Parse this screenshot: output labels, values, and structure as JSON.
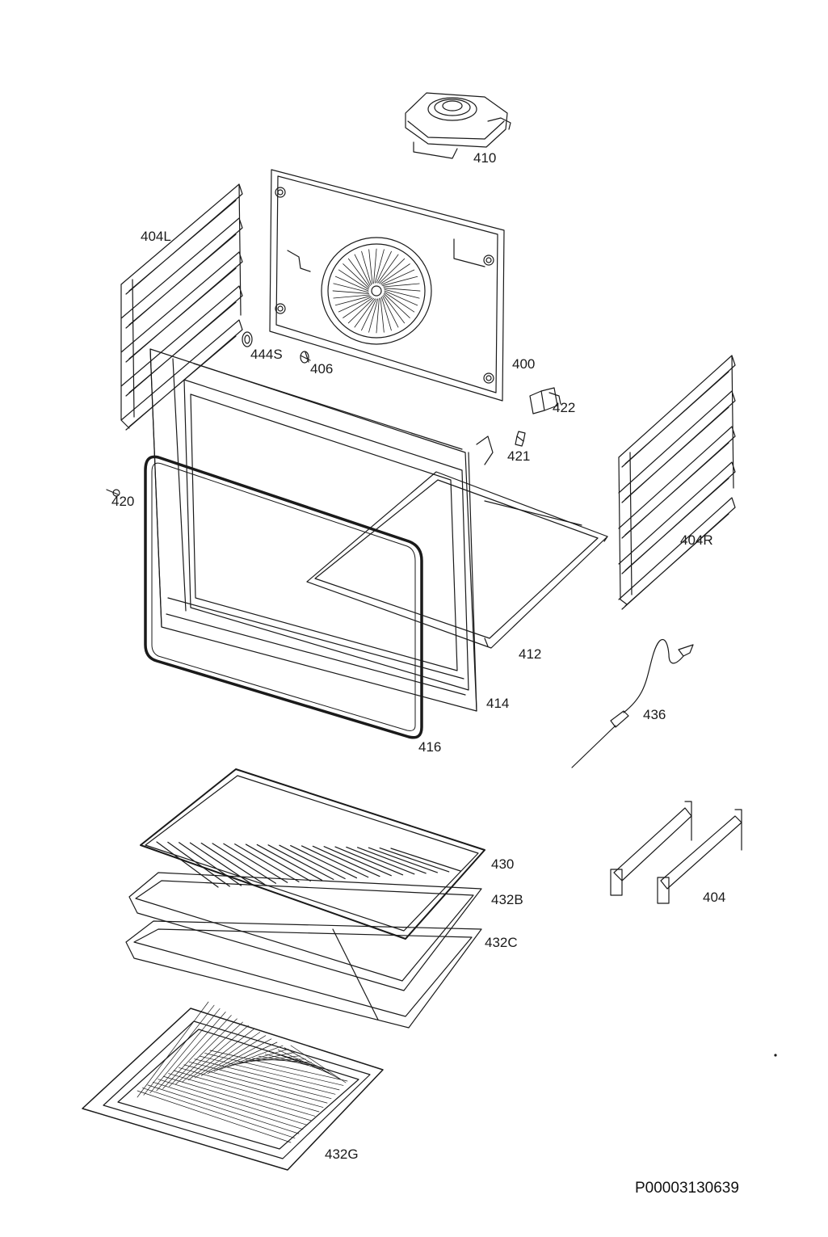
{
  "diagram": {
    "document_code": "P00003130639",
    "parts": {
      "p410": "410",
      "p404L": "404L",
      "p400": "400",
      "p444S": "444S",
      "p406": "406",
      "p422": "422",
      "p421": "421",
      "p420": "420",
      "p404R": "404R",
      "p412": "412",
      "p414": "414",
      "p416": "416",
      "p436": "436",
      "p430": "430",
      "p432B": "432B",
      "p432C": "432C",
      "p404": "404",
      "p432G": "432G"
    }
  }
}
